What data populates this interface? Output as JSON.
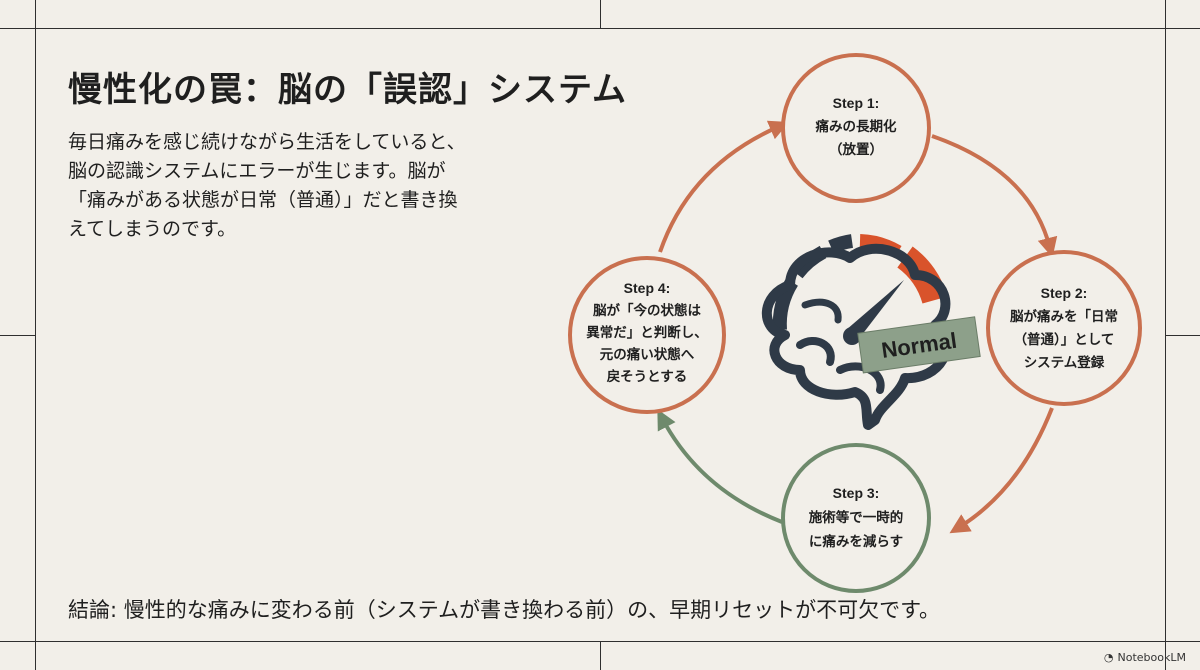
{
  "title": "慢性化の罠：脳の「誤認」システム",
  "body_lines": [
    "毎日痛みを感じ続けながら生活をしていると、",
    "脳の認識システムにエラーが生じます。脳が",
    "「痛みがある状態が日常（普通）」だと書き換",
    "えてしまうのです。"
  ],
  "steps": [
    {
      "title": "Step 1:",
      "lines": [
        "痛みの長期化",
        "（放置）"
      ]
    },
    {
      "title": "Step 2:",
      "lines": [
        "脳が痛みを「日常",
        "（普通）」として",
        "システム登録"
      ]
    },
    {
      "title": "Step 3:",
      "lines": [
        "施術等で一時的",
        "に痛みを減らす"
      ]
    },
    {
      "title": "Step 4:",
      "lines": [
        "脳が「今の状態は",
        "異常だ」と判断し、",
        "元の痛い状態へ",
        "戻そうとする"
      ]
    }
  ],
  "center": {
    "label": "Normal",
    "icon": "brain-gauge-icon"
  },
  "colors": {
    "orange": "#c9704f",
    "green": "#6e8a6c",
    "brain": "#2f3a47",
    "gauge_red": "#d9532b",
    "normal_tag": "#8da08a",
    "background": "#f2efe9"
  },
  "conclusion": "結論: 慢性的な痛みに変わる前（システムが書き換わる前）の、早期リセットが不可欠です。",
  "brand": "NotebookLM"
}
